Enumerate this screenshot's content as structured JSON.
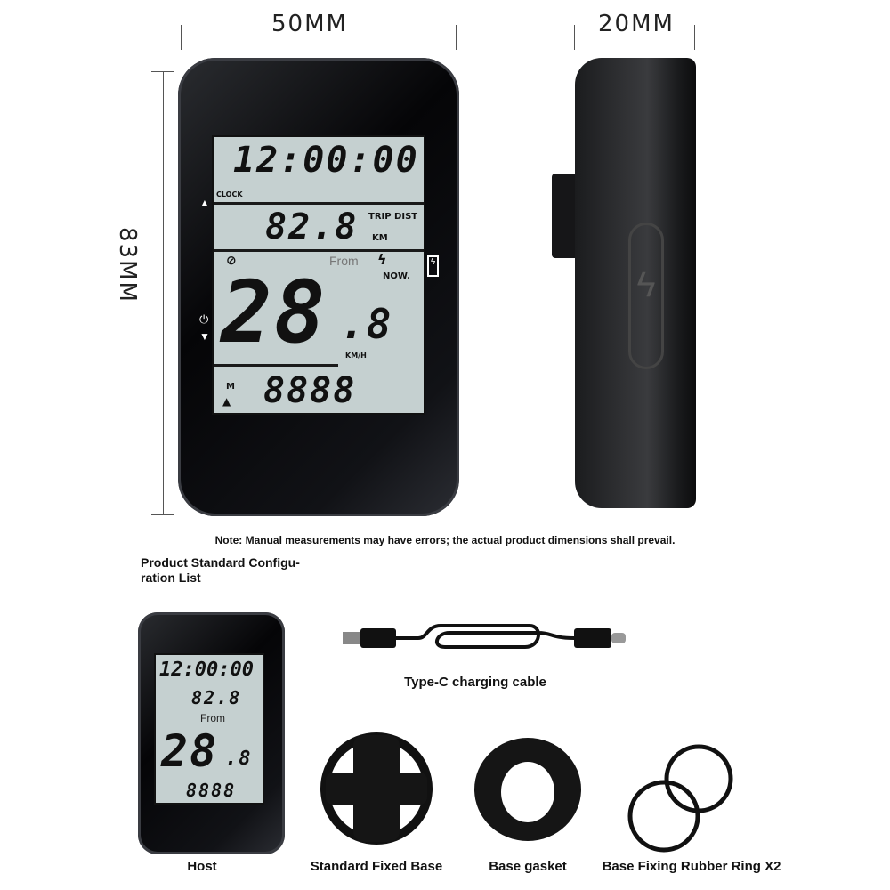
{
  "dimensions": {
    "width": "50MM",
    "depth": "20MM",
    "height": "83MM"
  },
  "display": {
    "clock": "12:00:00",
    "clock_label": "CLOCK",
    "trip": "82.8",
    "trip_label": "TRIP DIST",
    "trip_unit": "KM",
    "from": "From",
    "now": "NOW.",
    "speed_int": "28",
    "speed_dec": ".8",
    "speed_unit": "KM/H",
    "altitude": "8888",
    "altitude_unit": "M"
  },
  "note": "Note: Manual measurements may have errors; the actual product dimensions shall prevail.",
  "config_title_line1": "Product Standard Configu-",
  "config_title_line2": "ration List",
  "items": {
    "host": "Host",
    "cable": "Type-C charging cable",
    "base": "Standard Fixed Base",
    "gasket": "Base gasket",
    "rings": "Base Fixing Rubber Ring X2"
  }
}
